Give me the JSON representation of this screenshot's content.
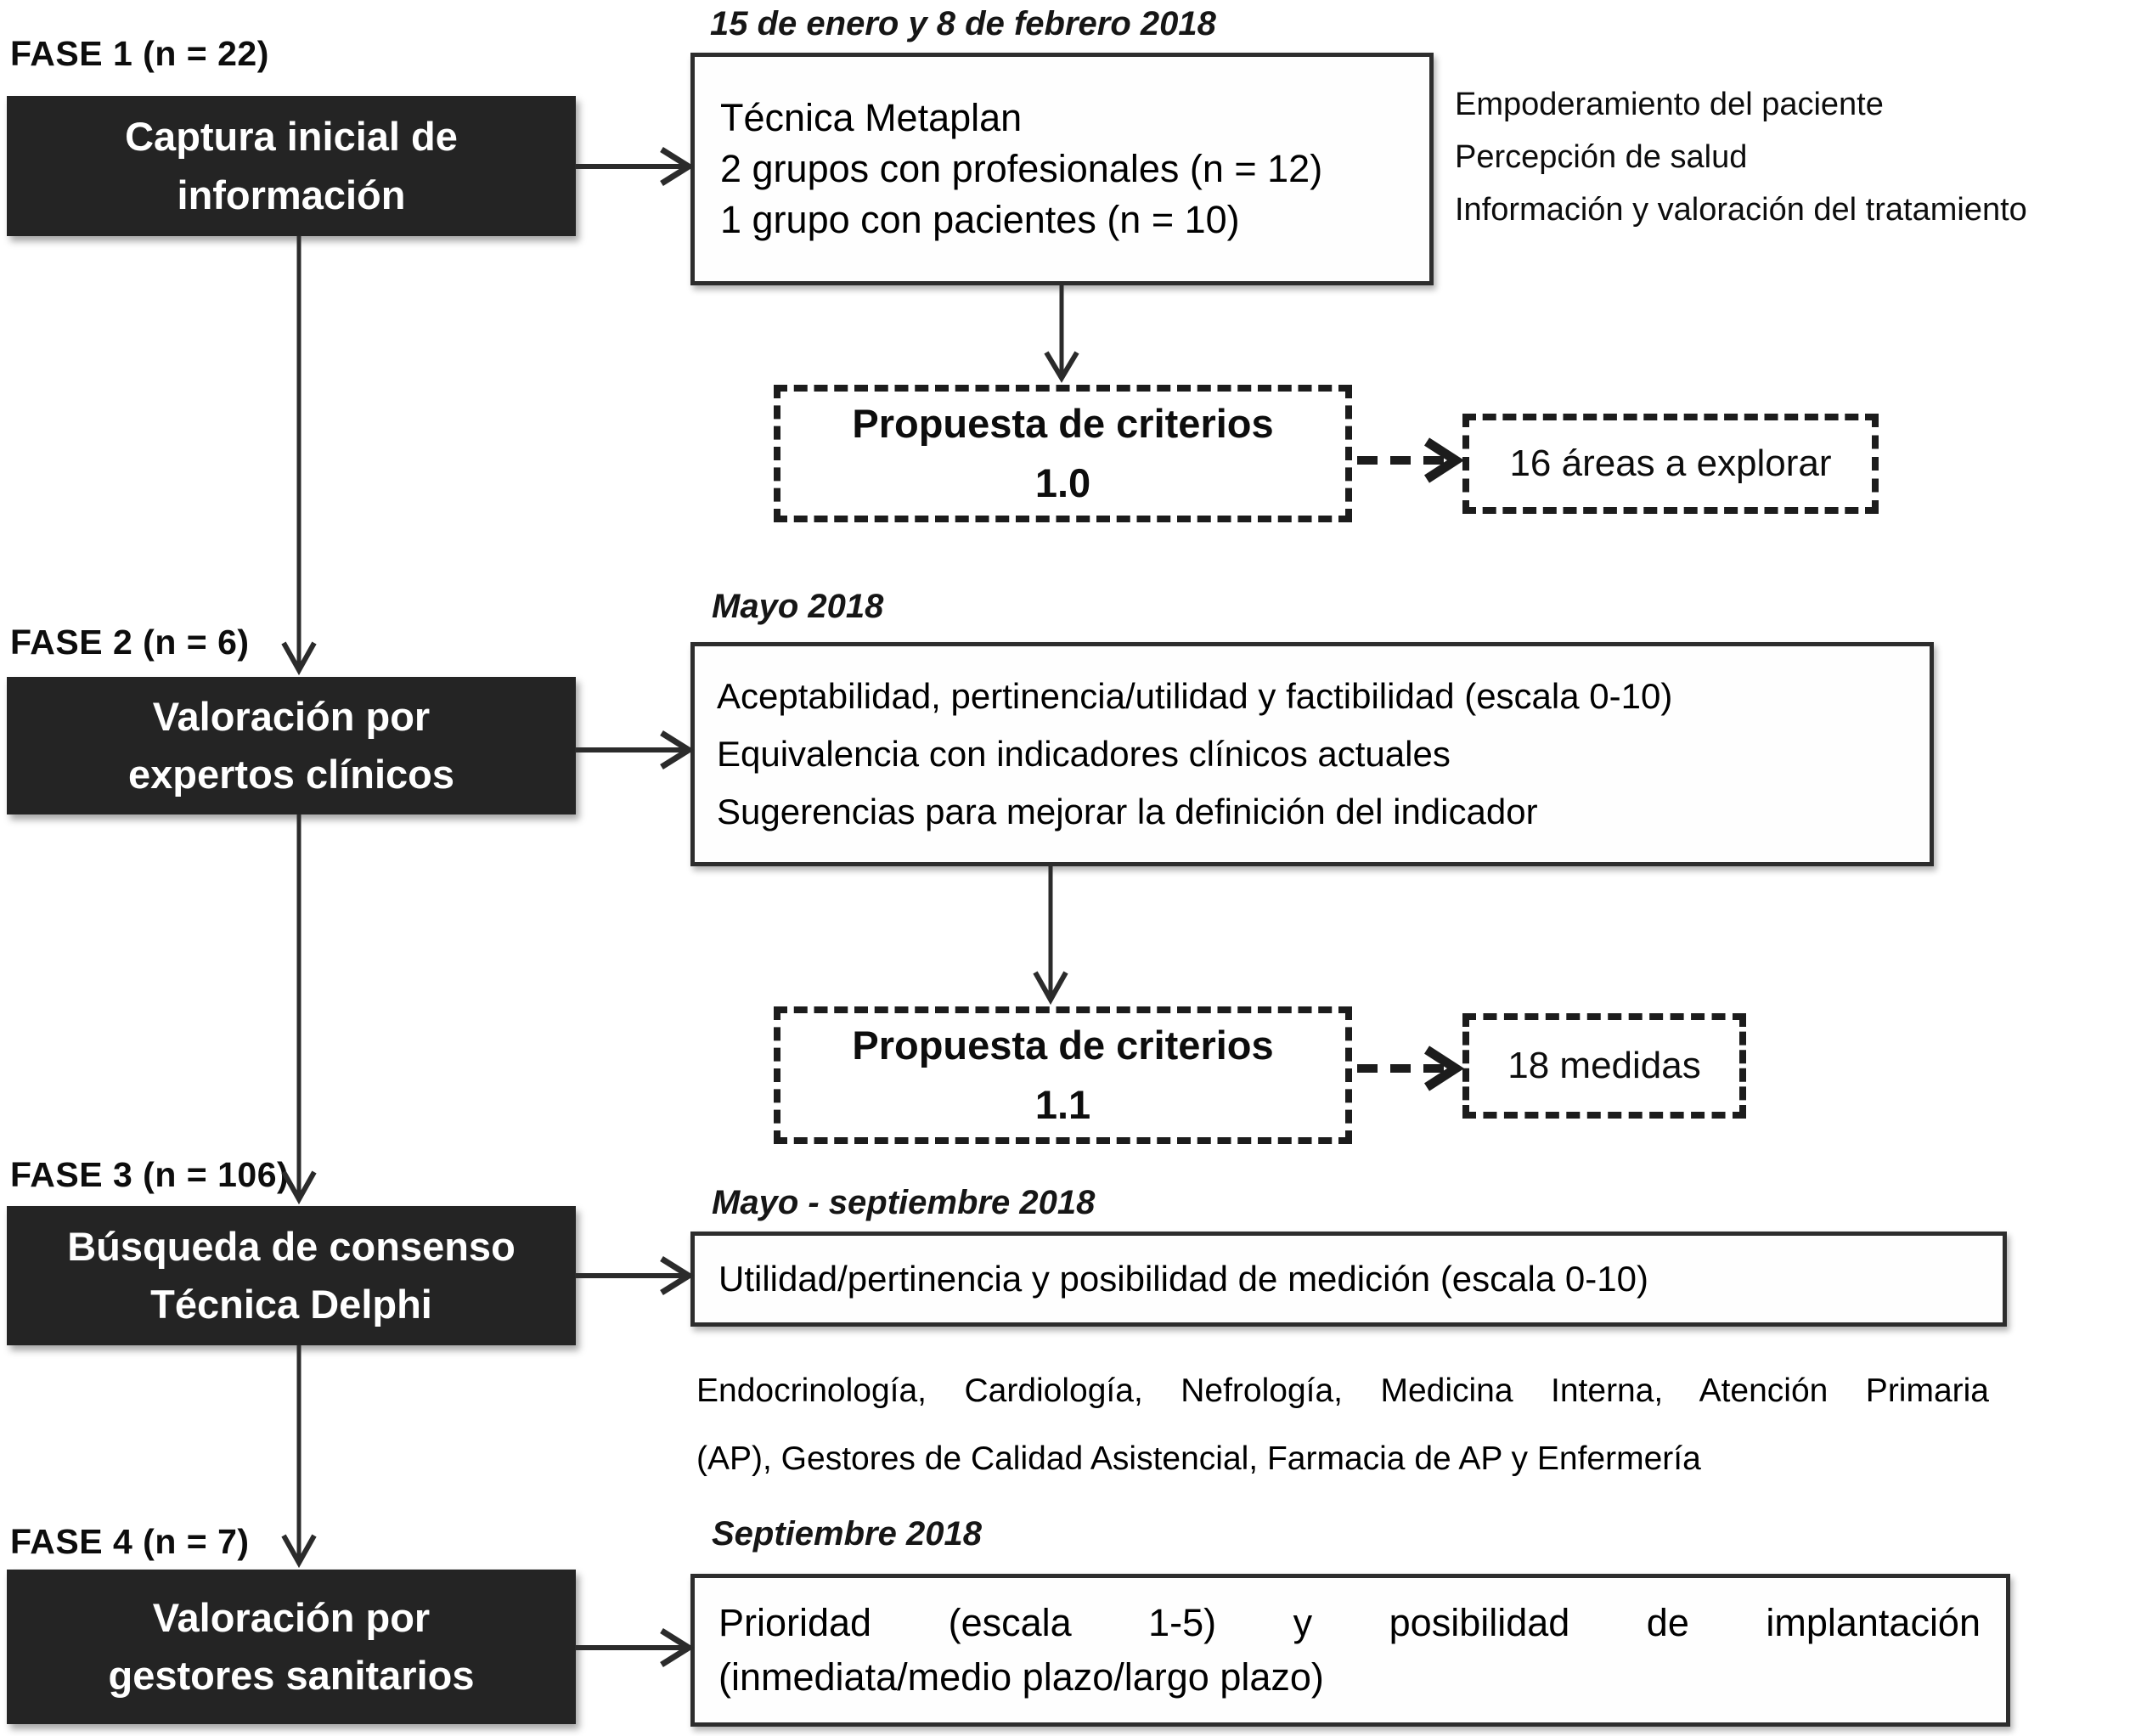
{
  "style": {
    "black_box_fill": "#242424",
    "black_box_text": "#ffffff",
    "line_color": "#2b2b2b",
    "border_color": "#2d2d2d",
    "background": "#ffffff"
  },
  "phases": [
    {
      "label": "FASE 1 (n = 22)",
      "date": "15 de enero y 8 de febrero 2018",
      "stage_lines": [
        "Captura inicial de",
        "información"
      ],
      "detail_lines": [
        "Técnica Metaplan",
        "2 grupos con profesionales (n = 12)",
        "1 grupo con pacientes (n = 10)"
      ]
    },
    {
      "label": "FASE 2 (n = 6)",
      "date": "Mayo 2018",
      "stage_lines": [
        "Valoración por",
        "expertos clínicos"
      ],
      "detail_lines": [
        "Aceptabilidad, pertinencia/utilidad y factibilidad (escala 0-10)",
        "Equivalencia con indicadores clínicos actuales",
        "Sugerencias para mejorar la definición del indicador"
      ]
    },
    {
      "label": "FASE 3 (n = 106)",
      "date": "Mayo - septiembre 2018",
      "stage_lines": [
        "Búsqueda de consenso",
        "Técnica Delphi"
      ],
      "detail_lines": [
        "Utilidad/pertinencia y posibilidad de medición (escala 0-10)"
      ]
    },
    {
      "label": "FASE 4 (n = 7)",
      "date": "Septiembre 2018",
      "stage_lines": [
        "Valoración por",
        "gestores sanitarios"
      ],
      "detail_lines": [
        "Prioridad (escala 1-5) y posibilidad de implantación",
        "(inmediata/medio plazo/largo plazo)"
      ]
    }
  ],
  "side_notes": [
    "Empoderamiento del paciente",
    "Percepción de salud",
    "Información y valoración del tratamiento"
  ],
  "proposals": [
    {
      "title": "Propuesta de criterios",
      "version": "1.0",
      "outcome": "16 áreas a explorar"
    },
    {
      "title": "Propuesta de criterios",
      "version": "1.1",
      "outcome": "18 medidas"
    }
  ],
  "specialties_lines": [
    "Endocrinología, Cardiología, Nefrología, Medicina Interna, Atención Primaria",
    "(AP), Gestores de Calidad Asistencial, Farmacia de AP y Enfermería"
  ]
}
